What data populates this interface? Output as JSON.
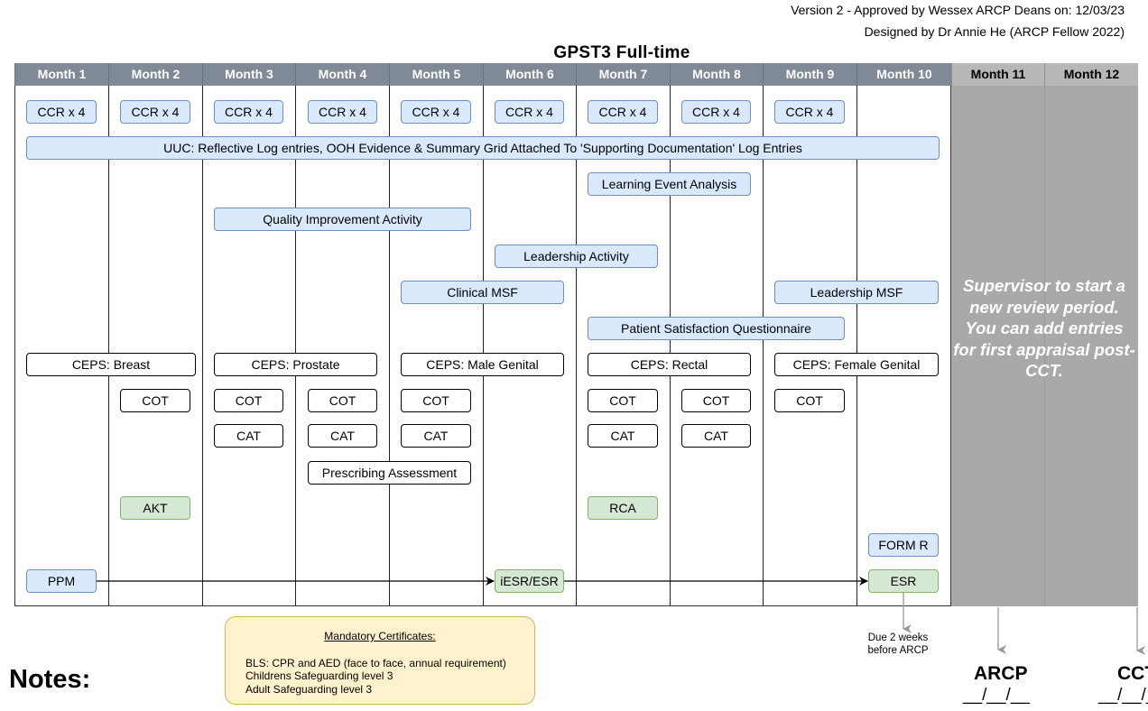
{
  "header": {
    "version": "Version 2 - Approved by Wessex ARCP Deans on: 12/03/23",
    "designer": "Designed by Dr Annie He (ARCP Fellow 2022)"
  },
  "title": "GPST3 Full-time",
  "months": [
    "Month 1",
    "Month 2",
    "Month 3",
    "Month 4",
    "Month 5",
    "Month 6",
    "Month 7",
    "Month 8",
    "Month 9",
    "Month 10",
    "Month 11",
    "Month 12"
  ],
  "ccr_label": "CCR x 4",
  "uuc": "UUC: Reflective Log entries, OOH Evidence & Summary Grid Attached To 'Supporting Documentation' Log Entries",
  "activities": {
    "lea": "Learning Event Analysis",
    "qia": "Quality Improvement Activity",
    "leadership": "Leadership Activity",
    "clinical_msf": "Clinical MSF",
    "leadership_msf": "Leadership MSF",
    "psq": "Patient Satisfaction Questionnaire"
  },
  "ceps": {
    "breast": "CEPS: Breast",
    "prostate": "CEPS: Prostate",
    "male_genital": "CEPS: Male Genital",
    "rectal": "CEPS: Rectal",
    "female_genital": "CEPS: Female Genital"
  },
  "cot_label": "COT",
  "cat_label": "CAT",
  "prescribing": "Prescribing Assessment",
  "akt": "AKT",
  "rca": "RCA",
  "form_r": "FORM R",
  "ppm": "PPM",
  "iesr": "iESR/ESR",
  "esr": "ESR",
  "supervisor_note": "Supervisor to start a new review period. You can add entries for first appraisal post-CCT.",
  "notes_label": "Notes:",
  "certificates": {
    "title": "Mandatory Certificates:",
    "items": [
      "BLS: CPR and AED (face to face, annual requirement)",
      "Childrens Safeguarding level 3",
      "Adult Safeguarding level 3"
    ]
  },
  "due_note": "Due 2 weeks before ARCP",
  "arcp": {
    "label": "ARCP",
    "date": "__/__/__"
  },
  "cct": {
    "label": "CCT",
    "date": "__/__/__"
  },
  "colors": {
    "header_dark": "#7f8a96",
    "header_light": "#b7b7b7",
    "blue_fill": "#dae8fc",
    "blue_stroke": "#6c8ebf",
    "green_fill": "#d5e8d4",
    "green_stroke": "#82b366",
    "note_fill": "#fff2cc",
    "note_stroke": "#d6b656",
    "grey_area": "#a9a9a9"
  }
}
